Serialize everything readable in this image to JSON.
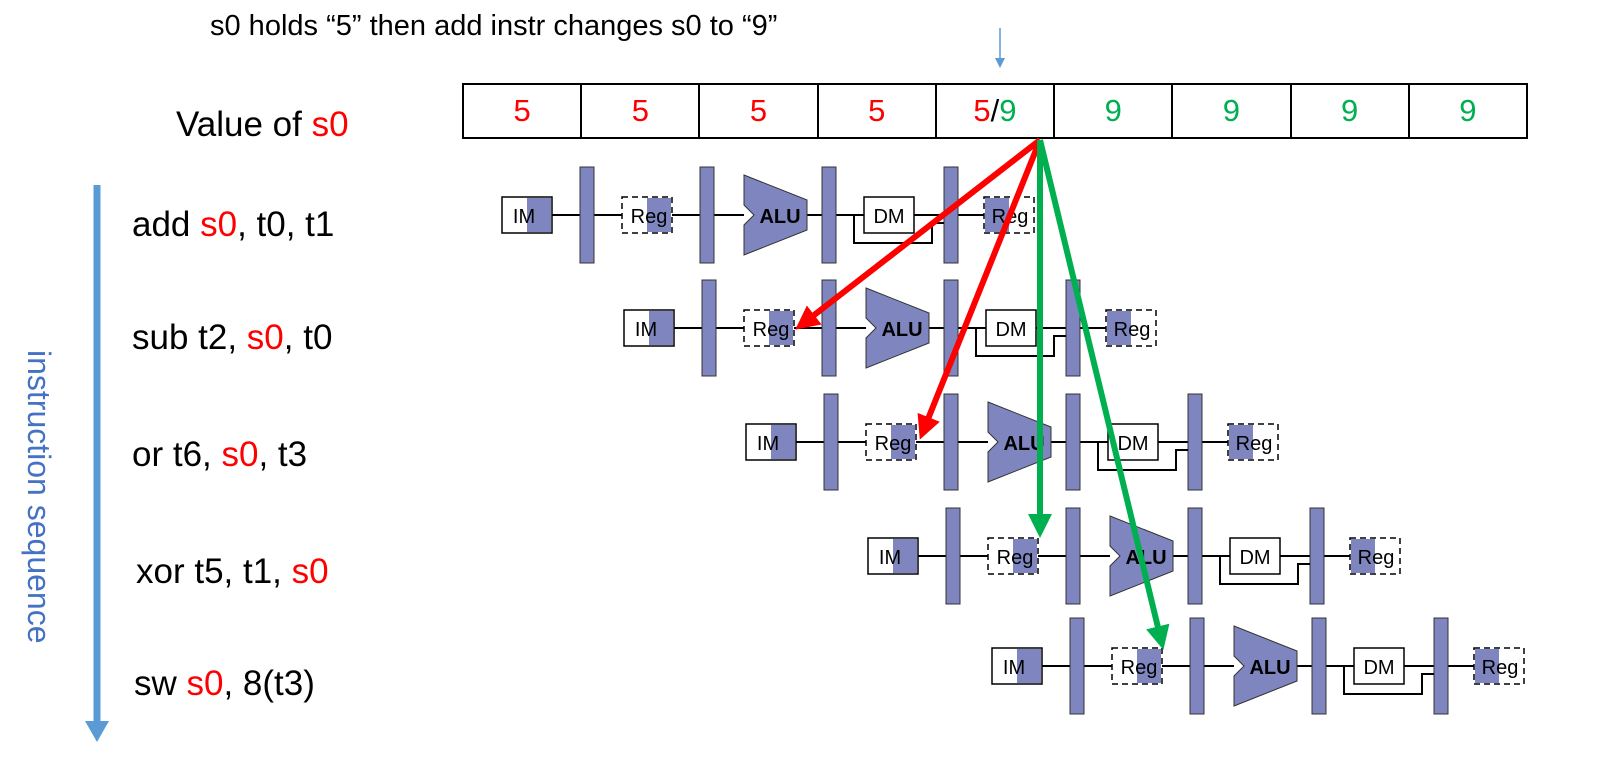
{
  "caption": "s0 holds “5” then add instr changes s0 to “9”",
  "value_label": {
    "prefix": "Value of ",
    "reg": "s0"
  },
  "sequence_label": "instruction sequence",
  "colors": {
    "old_value": "#FF0000",
    "new_value": "#00B050",
    "stage": "#7F86BF",
    "sequence_arrow": "#5B9BD5"
  },
  "value_cells": [
    {
      "text": "5",
      "color": "red"
    },
    {
      "text": "5",
      "color": "red"
    },
    {
      "text": "5",
      "color": "red"
    },
    {
      "text": "5",
      "color": "red"
    },
    {
      "old": "5",
      "sep": "/",
      "new": "9",
      "split": true
    },
    {
      "text": "9",
      "color": "green"
    },
    {
      "text": "9",
      "color": "green"
    },
    {
      "text": "9",
      "color": "green"
    },
    {
      "text": "9",
      "color": "green"
    }
  ],
  "instructions": [
    {
      "parts": [
        "add ",
        "s0",
        ", t0, t1"
      ]
    },
    {
      "parts": [
        "sub t2, ",
        "s0",
        ", t0"
      ]
    },
    {
      "parts": [
        "or t6, ",
        "s0",
        ", t3"
      ]
    },
    {
      "parts": [
        "xor t5, t1, ",
        "s0"
      ]
    },
    {
      "parts": [
        "sw ",
        "s0",
        ", 8(t3)"
      ]
    }
  ],
  "stage_labels": {
    "im": "IM",
    "reg": "Reg",
    "alu": "ALU",
    "dm": "DM"
  }
}
